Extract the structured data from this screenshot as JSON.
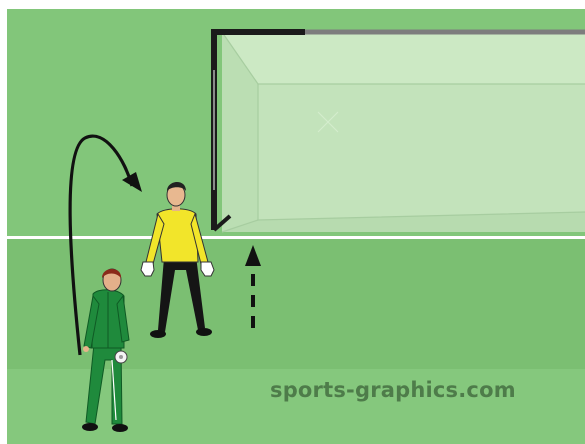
{
  "scene": {
    "watermark": "sports-graphics.com"
  },
  "colors": {
    "field_light": "#82c67a",
    "field_mid": "#7bbf72",
    "field_dark": "#74b86b",
    "net": "#c5e4bd",
    "goal_frame": "#1b1b1b",
    "line": "#ffffff",
    "keeper_shirt": "#f2e52a",
    "player_kit": "#1f8a3c",
    "arrow": "#111111"
  },
  "icons": {
    "goalkeeper": "goalkeeper-figure",
    "server": "player-with-ball-figure",
    "ball": "football-icon",
    "curved_arrow": "curved-arrow-icon",
    "dashed_arrow": "dashed-arrow-icon"
  }
}
